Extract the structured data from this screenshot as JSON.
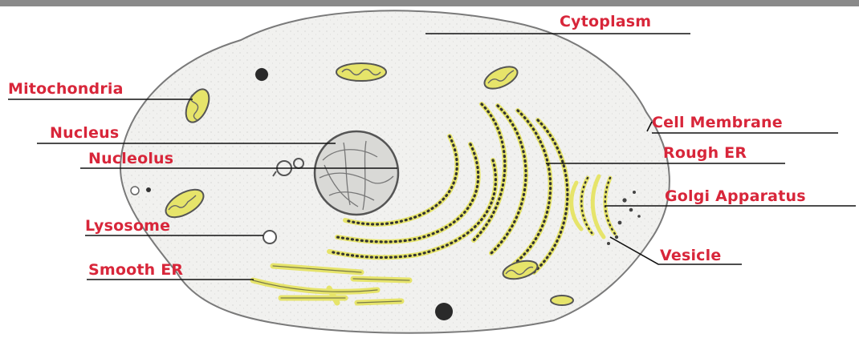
{
  "colors": {
    "label": "#d8263a",
    "leader_line": "#111111",
    "cell_fill": "#f1f1ef",
    "cell_outline": "#7a7a7a",
    "er_yellow": "#e6e46a",
    "organelle_outline": "#555555",
    "dark_dot": "#2a2a2a"
  },
  "labels": {
    "cytoplasm": "Cytoplasm",
    "mitochondria": "Mitochondria",
    "cell_membrane": "Cell Membrane",
    "nucleus": "Nucleus",
    "nucleolus": "Nucleolus",
    "rough_er": "Rough ER",
    "golgi_apparatus": "Golgi Apparatus",
    "lysosome": "Lysosome",
    "vesicle": "Vesicle",
    "smooth_er": "Smooth ER"
  }
}
